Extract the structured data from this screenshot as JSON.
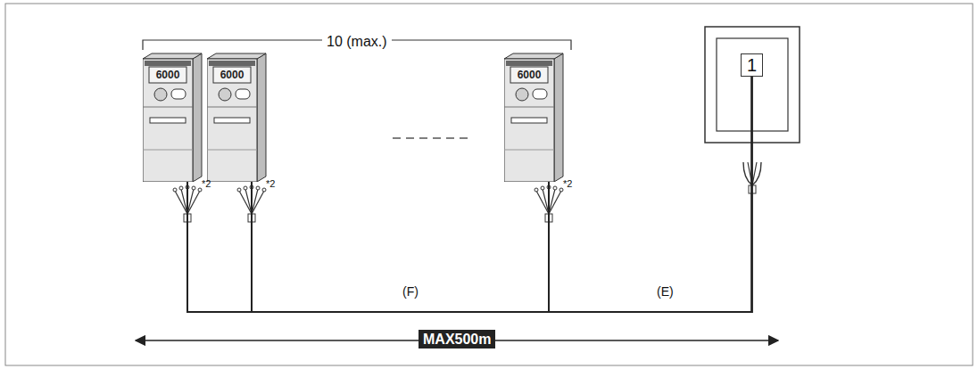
{
  "diagram": {
    "nodes": [
      {
        "text": [
          "6000"
        ]
      },
      {
        "text": [
          "6000"
        ]
      },
      {
        "text": [
          "6000"
        ]
      },
      {
        "text": [
          "1"
        ]
      }
    ],
    "edges": [
      {
        "from": 0,
        "to": 3,
        "arrow": "none"
      },
      {
        "from": 1,
        "to": 3,
        "arrow": "none"
      },
      {
        "from": 2,
        "to": 3,
        "arrow": "none"
      }
    ],
    "labels": [
      "10 (max.)",
      "*2",
      "*2",
      "*2",
      "(F)",
      "(E)",
      "MAX500m"
    ]
  }
}
